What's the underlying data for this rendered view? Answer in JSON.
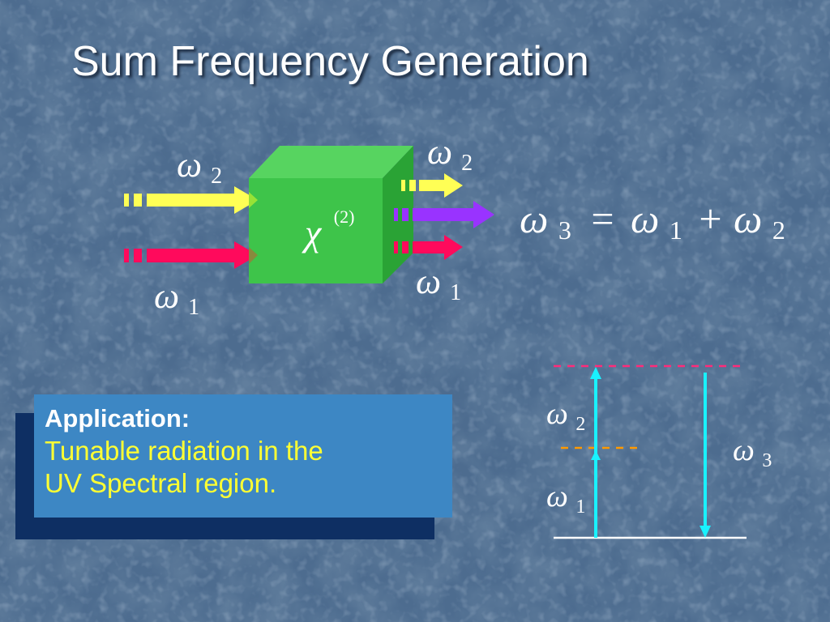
{
  "slide": {
    "title": "Sum Frequency Generation"
  },
  "diagram": {
    "crystal_label": {
      "symbol": "χ",
      "superscript": "(2)"
    },
    "input_labels": {
      "omega2": {
        "symbol": "ω",
        "subscript": "2"
      },
      "omega1": {
        "symbol": "ω",
        "subscript": "1"
      }
    },
    "output_labels": {
      "omega2": {
        "symbol": "ω",
        "subscript": "2"
      },
      "omega1": {
        "symbol": "ω",
        "subscript": "1"
      }
    },
    "equation": {
      "lhs_symbol": "ω",
      "lhs_sub": "3",
      "equals": "=",
      "term1_symbol": "ω",
      "term1_sub": "1",
      "plus": "+",
      "term2_symbol": "ω",
      "term2_sub": "2"
    },
    "colors": {
      "crystal": "#3ec44a",
      "omega2_beam": "#ffff55",
      "omega1_beam": "#ff0a5c",
      "omega3_beam": "#9933ff",
      "transition_arrow": "#19f2ff",
      "virtual_level_upper": "#ff2b7a",
      "virtual_level_lower": "#ff9900"
    }
  },
  "energy_diagram": {
    "label_omega2": {
      "symbol": "ω",
      "subscript": "2"
    },
    "label_omega1": {
      "symbol": "ω",
      "subscript": "1"
    },
    "label_omega3": {
      "symbol": "ω",
      "subscript": "3"
    }
  },
  "application": {
    "heading": "Application:",
    "line1": "Tunable radiation in the",
    "line2": "UV Spectral region.",
    "shadow_line1": "Application:",
    "shadow_line2": "Tunable radiation in the",
    "shadow_line3": "UV Spectral region."
  }
}
